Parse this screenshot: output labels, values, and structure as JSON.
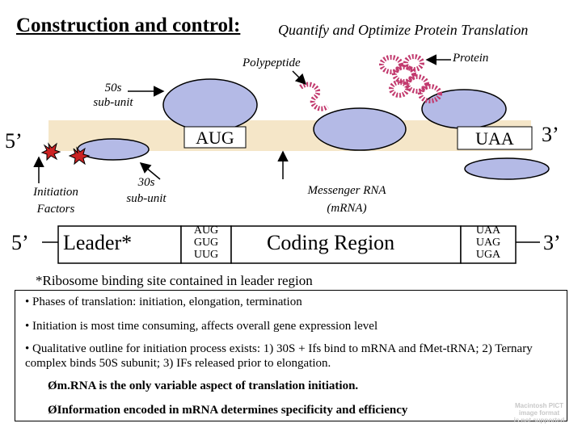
{
  "header": {
    "title": "Construction and control:",
    "subtitle": "Quantify and Optimize Protein Translation"
  },
  "diagram": {
    "polypeptide_label": "Polypeptide",
    "protein_label": "Protein",
    "subunit_50s_label": "50s\nsub-unit",
    "five_prime_top": "5’",
    "three_prime_top": "3’",
    "start_codon": "AUG",
    "stop_codon": "UAA",
    "initiation_factors_label": "Initiation\nFactors",
    "subunit_30s_label": "30s\nsub-unit",
    "messenger_rna_label": "Messenger RNA\n(mRNA)"
  },
  "gene_map": {
    "five_prime": "5’",
    "leader": "Leader*",
    "start_codons": "AUG\nGUG\nUUG",
    "coding_region": "Coding Region",
    "stop_codons": "UAA\nUAG\nUGA",
    "three_prime": "3’",
    "footnote": "*Ribosome binding site contained in leader region"
  },
  "info": {
    "bullet1": "• Phases of translation:  initiation, elongation, termination",
    "bullet2": "• Initiation is most time consuming, affects overall gene expression level",
    "bullet3": "• Qualitative outline for initiation process exists:  1) 30S + Ifs bind to mRNA and fMet-tRNA; 2) Ternary complex binds 50S subunit; 3) IFs released prior to elongation.",
    "point1": "m.RNA is the only variable aspect of translation initiation.",
    "point2": "Information encoded in mRNA determines specificity and efficiency"
  },
  "placeholder": {
    "line1": "Macintosh PICT",
    "line2": "image format",
    "line3": "is not supported"
  },
  "colors": {
    "mrna_strip": "#f5e6c8",
    "ribosome": "#b4bae6",
    "chain": "#c23a6e",
    "factor": "#cc2222"
  }
}
